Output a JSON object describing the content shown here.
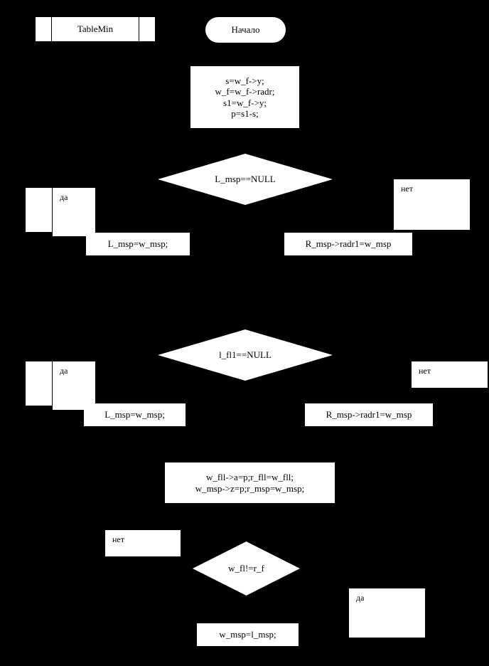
{
  "diagram": {
    "title": "TableMin flowchart",
    "background_color": "#000000",
    "shape_fill": "#ffffff",
    "shape_stroke": "#000000"
  },
  "nodes": {
    "subroutine_title": "TableMin",
    "terminator_start": "Начало",
    "process_init": "s=w_f->y;\nw_f=w_f->radr;\ns1=w_f->y;\np=s1-s;",
    "decision_1": "L_msp==NULL",
    "decision_1_yes_label": "да",
    "decision_1_no_label": "нет",
    "process_lmsp_1": "L_msp=w_msp;",
    "process_rmsp_1": "R_msp->radr1=w_msp",
    "decision_2": "l_fl1==NULL",
    "decision_2_yes_label": "да",
    "decision_2_no_label": "нет",
    "process_lmsp_2": "L_msp=w_msp;",
    "process_rmsp_2": "R_msp->radr1=w_msp",
    "process_assign": "w_fll->a=p;r_fll=w_fll;\nw_msp->z=p;r_msp=w_msp;",
    "decision_3": "w_fl!=r_f",
    "decision_3_no_label": "нет",
    "decision_3_yes_label": "да",
    "process_wmsp": "w_msp=l_msp;"
  }
}
